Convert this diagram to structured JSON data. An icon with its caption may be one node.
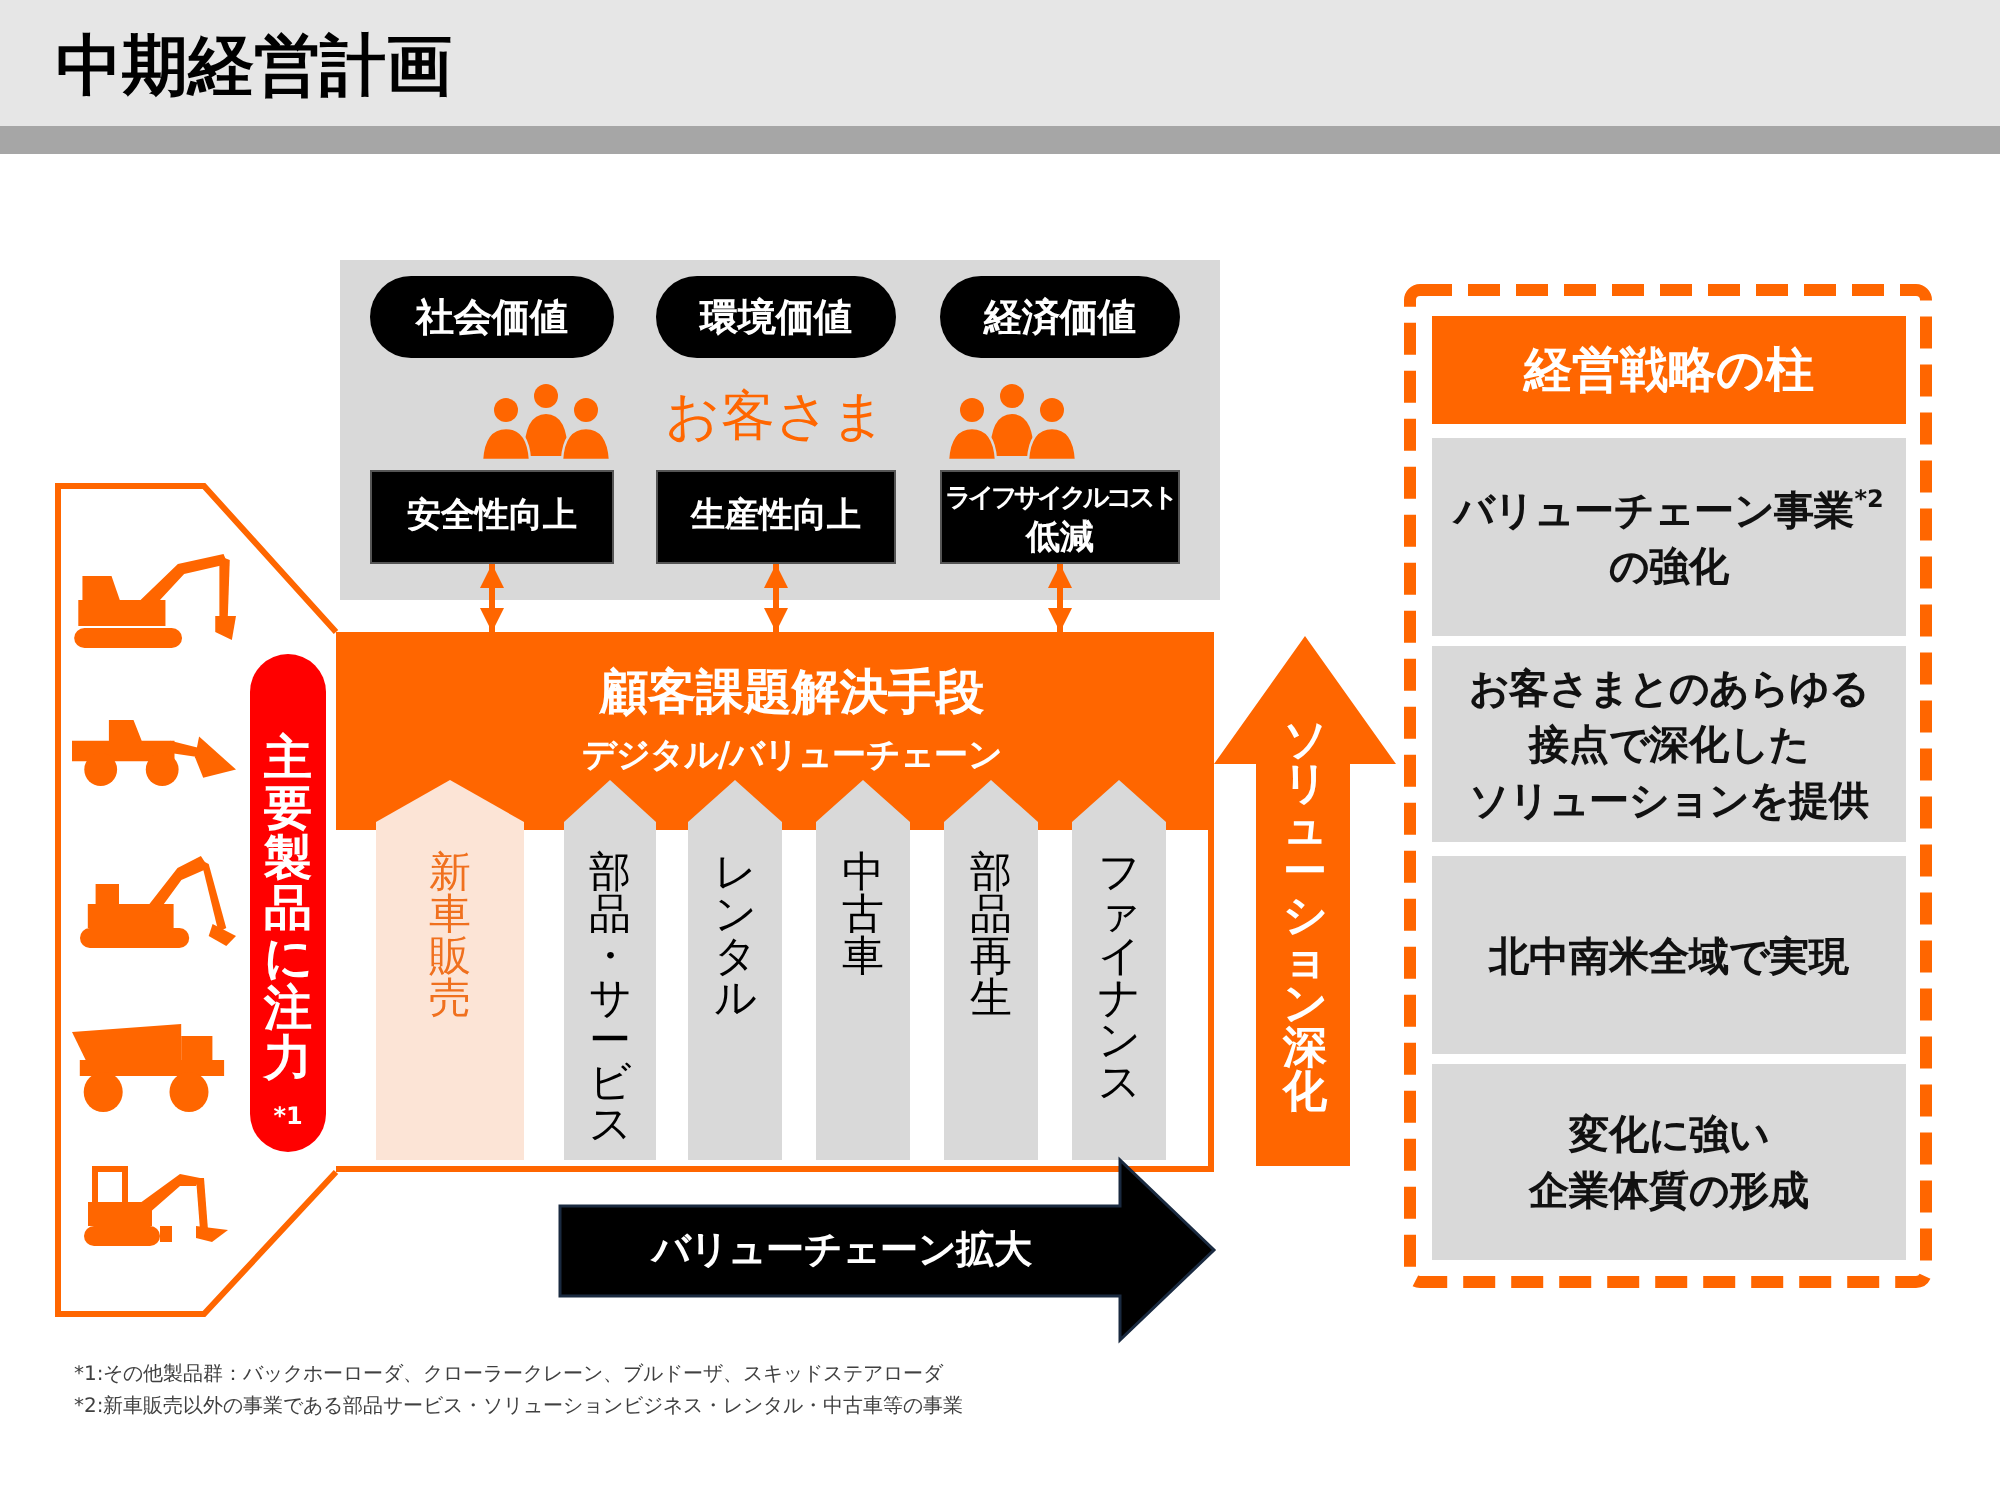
{
  "diagram": {
    "title": "中期経営計画",
    "nodes": [
      {
        "text": [
          "お客さま"
        ]
      },
      {
        "text": [
          "社会価値"
        ],
        "in": 0
      },
      {
        "text": [
          "環境価値"
        ],
        "in": 0
      },
      {
        "text": [
          "経済価値"
        ],
        "in": 0
      },
      {
        "text": [
          "安全性向上"
        ],
        "in": 0
      },
      {
        "text": [
          "生産性向上"
        ],
        "in": 0
      },
      {
        "text": [
          "ライフサイクルコスト低減"
        ],
        "in": 0
      },
      {
        "text": [
          "顧客課題解決手段",
          "デジタル/バリューチェーン"
        ]
      },
      {
        "text": [
          "主要製品に注力$_{*1}$"
        ]
      },
      {
        "text": [
          "新車販売"
        ],
        "in": 7
      },
      {
        "text": [
          "部品・サービス"
        ],
        "in": 7
      },
      {
        "text": [
          "レンタル"
        ],
        "in": 7
      },
      {
        "text": [
          "中古車"
        ],
        "in": 7
      },
      {
        "text": [
          "部品再生"
        ],
        "in": 7
      },
      {
        "text": [
          "ファイナンス"
        ],
        "in": 7
      },
      {
        "text": [
          "ソリューション深化"
        ]
      },
      {
        "text": [
          "バリューチェーン拡大"
        ]
      },
      {
        "text": [
          "経営戦略の柱"
        ]
      },
      {
        "text": [
          "バリューチェーン事業$^{*2}$の強化"
        ],
        "in": 17
      },
      {
        "text": [
          "お客さまとのあらゆる接点で深化したソリューションを提供"
        ],
        "in": 17
      },
      {
        "text": [
          "北中南米全域で実現"
        ],
        "in": 17
      },
      {
        "text": [
          "変化に強い企業体質の形成"
        ],
        "in": 17
      }
    ],
    "edges": [
      {
        "from": 4,
        "to": 7,
        "arrow": "both"
      },
      {
        "from": 5,
        "to": 7,
        "arrow": "both"
      },
      {
        "from": 6,
        "to": 7,
        "arrow": "both"
      }
    ],
    "labels": [
      "*1:その他製品群：バックホーローダ、クローラークレーン、ブルドーザ、スキッドステアローダ",
      "*2:新車販売以外の事業である部品サービス・ソリューションビジネス・レンタル・中古車等の事業"
    ]
  }
}
